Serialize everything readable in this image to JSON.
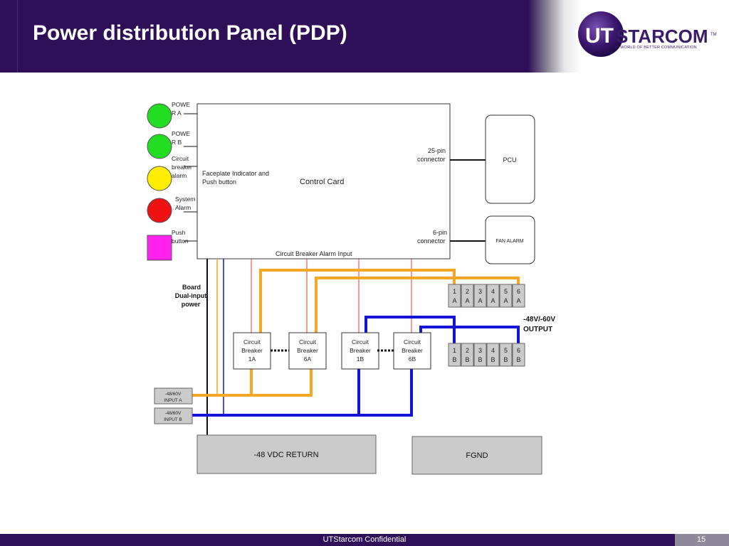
{
  "slide": {
    "title": "Power distribution Panel (PDP)",
    "footer": "UTStarcom Confidential",
    "page_number": "15"
  },
  "logo": {
    "brand_ut": "UT",
    "brand_starcom": "STARCOM",
    "tm": "TM",
    "tagline": "A WORLD OF BETTER COMMUNICATION"
  },
  "indicators": [
    {
      "label_lines": [
        "POWE",
        "R A"
      ],
      "color": "#22dd22"
    },
    {
      "label_lines": [
        "POWE",
        "R B"
      ],
      "color": "#22dd22"
    },
    {
      "label_lines": [
        "Circuit",
        "breaker",
        "alarm"
      ],
      "color": "#ffee00"
    },
    {
      "label_lines": [
        "System",
        "Alarm"
      ],
      "color": "#ee1111"
    },
    {
      "label_lines": [
        "Push",
        "button"
      ],
      "color": "#ff22ee"
    }
  ],
  "control_card": {
    "title": "Control Card",
    "faceplate_lines": [
      "Faceplate Indicator and",
      "Push button"
    ],
    "alarm_input": "Circuit Breaker Alarm Input",
    "pin25_lines": [
      "25-pin",
      "connector"
    ],
    "pin6_lines": [
      "6-pin",
      "connector"
    ]
  },
  "pcu": {
    "label": "PCU"
  },
  "fan_alarm": {
    "label": "FAN ALARM"
  },
  "board_power_lines": [
    "Board",
    "Dual-input",
    "power"
  ],
  "breakers": [
    {
      "lines": [
        "Circuit",
        "Breaker",
        "1A"
      ]
    },
    {
      "lines": [
        "Circuit",
        "Breaker",
        "6A"
      ]
    },
    {
      "lines": [
        "Circuit",
        "Breaker",
        "1B"
      ]
    },
    {
      "lines": [
        "Circuit",
        "Breaker",
        "6B"
      ]
    }
  ],
  "terminals_a": [
    {
      "num": "1",
      "letter": "A"
    },
    {
      "num": "2",
      "letter": "A"
    },
    {
      "num": "3",
      "letter": "A"
    },
    {
      "num": "4",
      "letter": "A"
    },
    {
      "num": "5",
      "letter": "A"
    },
    {
      "num": "6",
      "letter": "A"
    }
  ],
  "terminals_b": [
    {
      "num": "1",
      "letter": "B"
    },
    {
      "num": "2",
      "letter": "B"
    },
    {
      "num": "3",
      "letter": "B"
    },
    {
      "num": "4",
      "letter": "B"
    },
    {
      "num": "5",
      "letter": "B"
    },
    {
      "num": "6",
      "letter": "B"
    }
  ],
  "output_lines": [
    "-48V/-60V",
    "OUTPUT"
  ],
  "input_a_lines": [
    "-48/60V",
    "INPUT A"
  ],
  "input_b_lines": [
    "-48/60V",
    "INPUT B"
  ],
  "return_label": "-48 VDC RETURN",
  "fgnd_label": "FGND",
  "colors": {
    "header": "#2f0f57",
    "orange_wire": "#f5a623",
    "blue_wire": "#1414d6",
    "red_wire": "#e23a3a",
    "box_grey": "#cbcbcb"
  }
}
